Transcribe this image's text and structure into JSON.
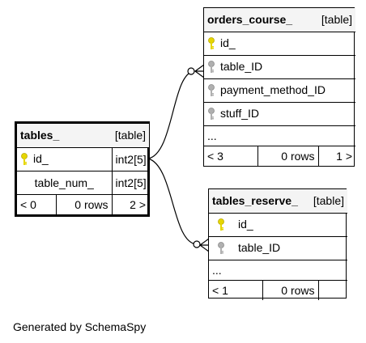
{
  "colors": {
    "primary_key": "#e6d600",
    "foreign_key": "#a0a0a0",
    "header_bg": "#f4f4f4"
  },
  "tables": {
    "tables_": {
      "name": "tables_",
      "kind": "[table]",
      "columns": [
        {
          "name": "id_",
          "type": "int2[5]",
          "icon": "primary-key-icon"
        },
        {
          "name": "table_num_",
          "type": "int2[5]",
          "icon": ""
        }
      ],
      "footer": {
        "left": "< 0",
        "rows": "0 rows",
        "right": "2 >"
      }
    },
    "orders_course_": {
      "name": "orders_course_",
      "kind": "[table]",
      "columns": [
        {
          "name": "id_",
          "icon": "primary-key-icon"
        },
        {
          "name": "table_ID",
          "icon": "foreign-key-icon"
        },
        {
          "name": "payment_method_ID",
          "icon": "foreign-key-icon"
        },
        {
          "name": "stuff_ID",
          "icon": "foreign-key-icon"
        },
        {
          "name": "...",
          "icon": ""
        }
      ],
      "footer": {
        "left": "< 3",
        "rows": "0 rows",
        "right": "1 >"
      }
    },
    "tables_reserve_": {
      "name": "tables_reserve_",
      "kind": "[table]",
      "columns": [
        {
          "name": "id_",
          "icon": "primary-key-icon"
        },
        {
          "name": "table_ID",
          "icon": "foreign-key-icon"
        },
        {
          "name": "...",
          "icon": ""
        }
      ],
      "footer": {
        "left": "< 1",
        "rows": "0 rows",
        "right": ""
      }
    }
  },
  "generated_by": "Generated by SchemaSpy"
}
